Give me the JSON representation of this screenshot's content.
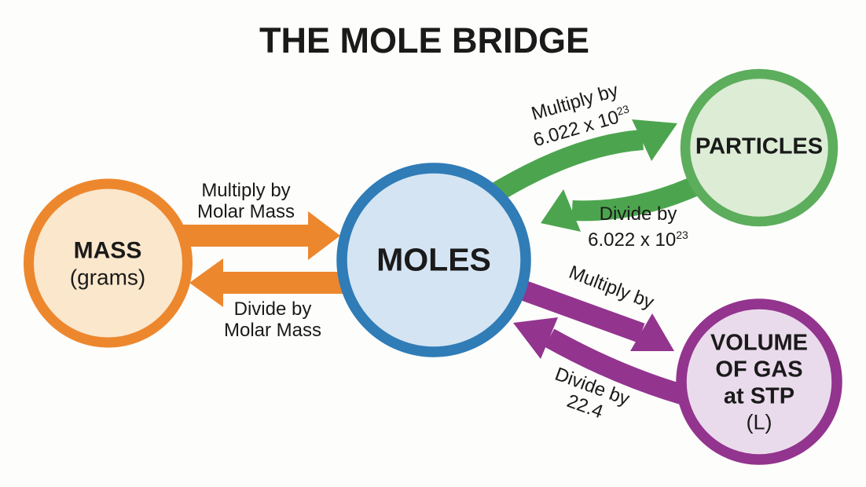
{
  "title": "THE MOLE BRIDGE",
  "colors": {
    "background": "#FDFDFB",
    "text": "#1A1A1A",
    "orange": "#ED872D",
    "orange_fill": "#FBE7CC",
    "blue": "#2F7CB7",
    "blue_fill": "#D5E4F2",
    "green_arrow": "#4CA54E",
    "green_ring": "#5CAD5C",
    "green_fill": "#DCECD5",
    "purple": "#93348F",
    "purple_fill": "#EADBEC"
  },
  "nodes": {
    "mass": {
      "name": "MASS",
      "unit": "(grams)"
    },
    "moles": {
      "name": "MOLES"
    },
    "particles": {
      "name": "PARTICLES"
    },
    "volume": {
      "line1": "VOLUME",
      "line2": "OF GAS",
      "line3": "at STP",
      "unit": "(L)"
    }
  },
  "conversions": {
    "mass_to_moles": {
      "operation": "Multiply by",
      "factor": "Molar Mass"
    },
    "moles_to_mass": {
      "operation": "Divide by",
      "factor": "Molar Mass"
    },
    "moles_to_particles": {
      "operation": "Multiply by",
      "factor_base": "6.022 x 10",
      "factor_exponent": "23"
    },
    "particles_to_moles": {
      "operation": "Divide by",
      "factor_base": "6.022 x 10",
      "factor_exponent": "23"
    },
    "moles_to_volume": {
      "operation": "Multiply by"
    },
    "volume_to_moles": {
      "operation": "Divide by",
      "factor": "22.4"
    }
  }
}
